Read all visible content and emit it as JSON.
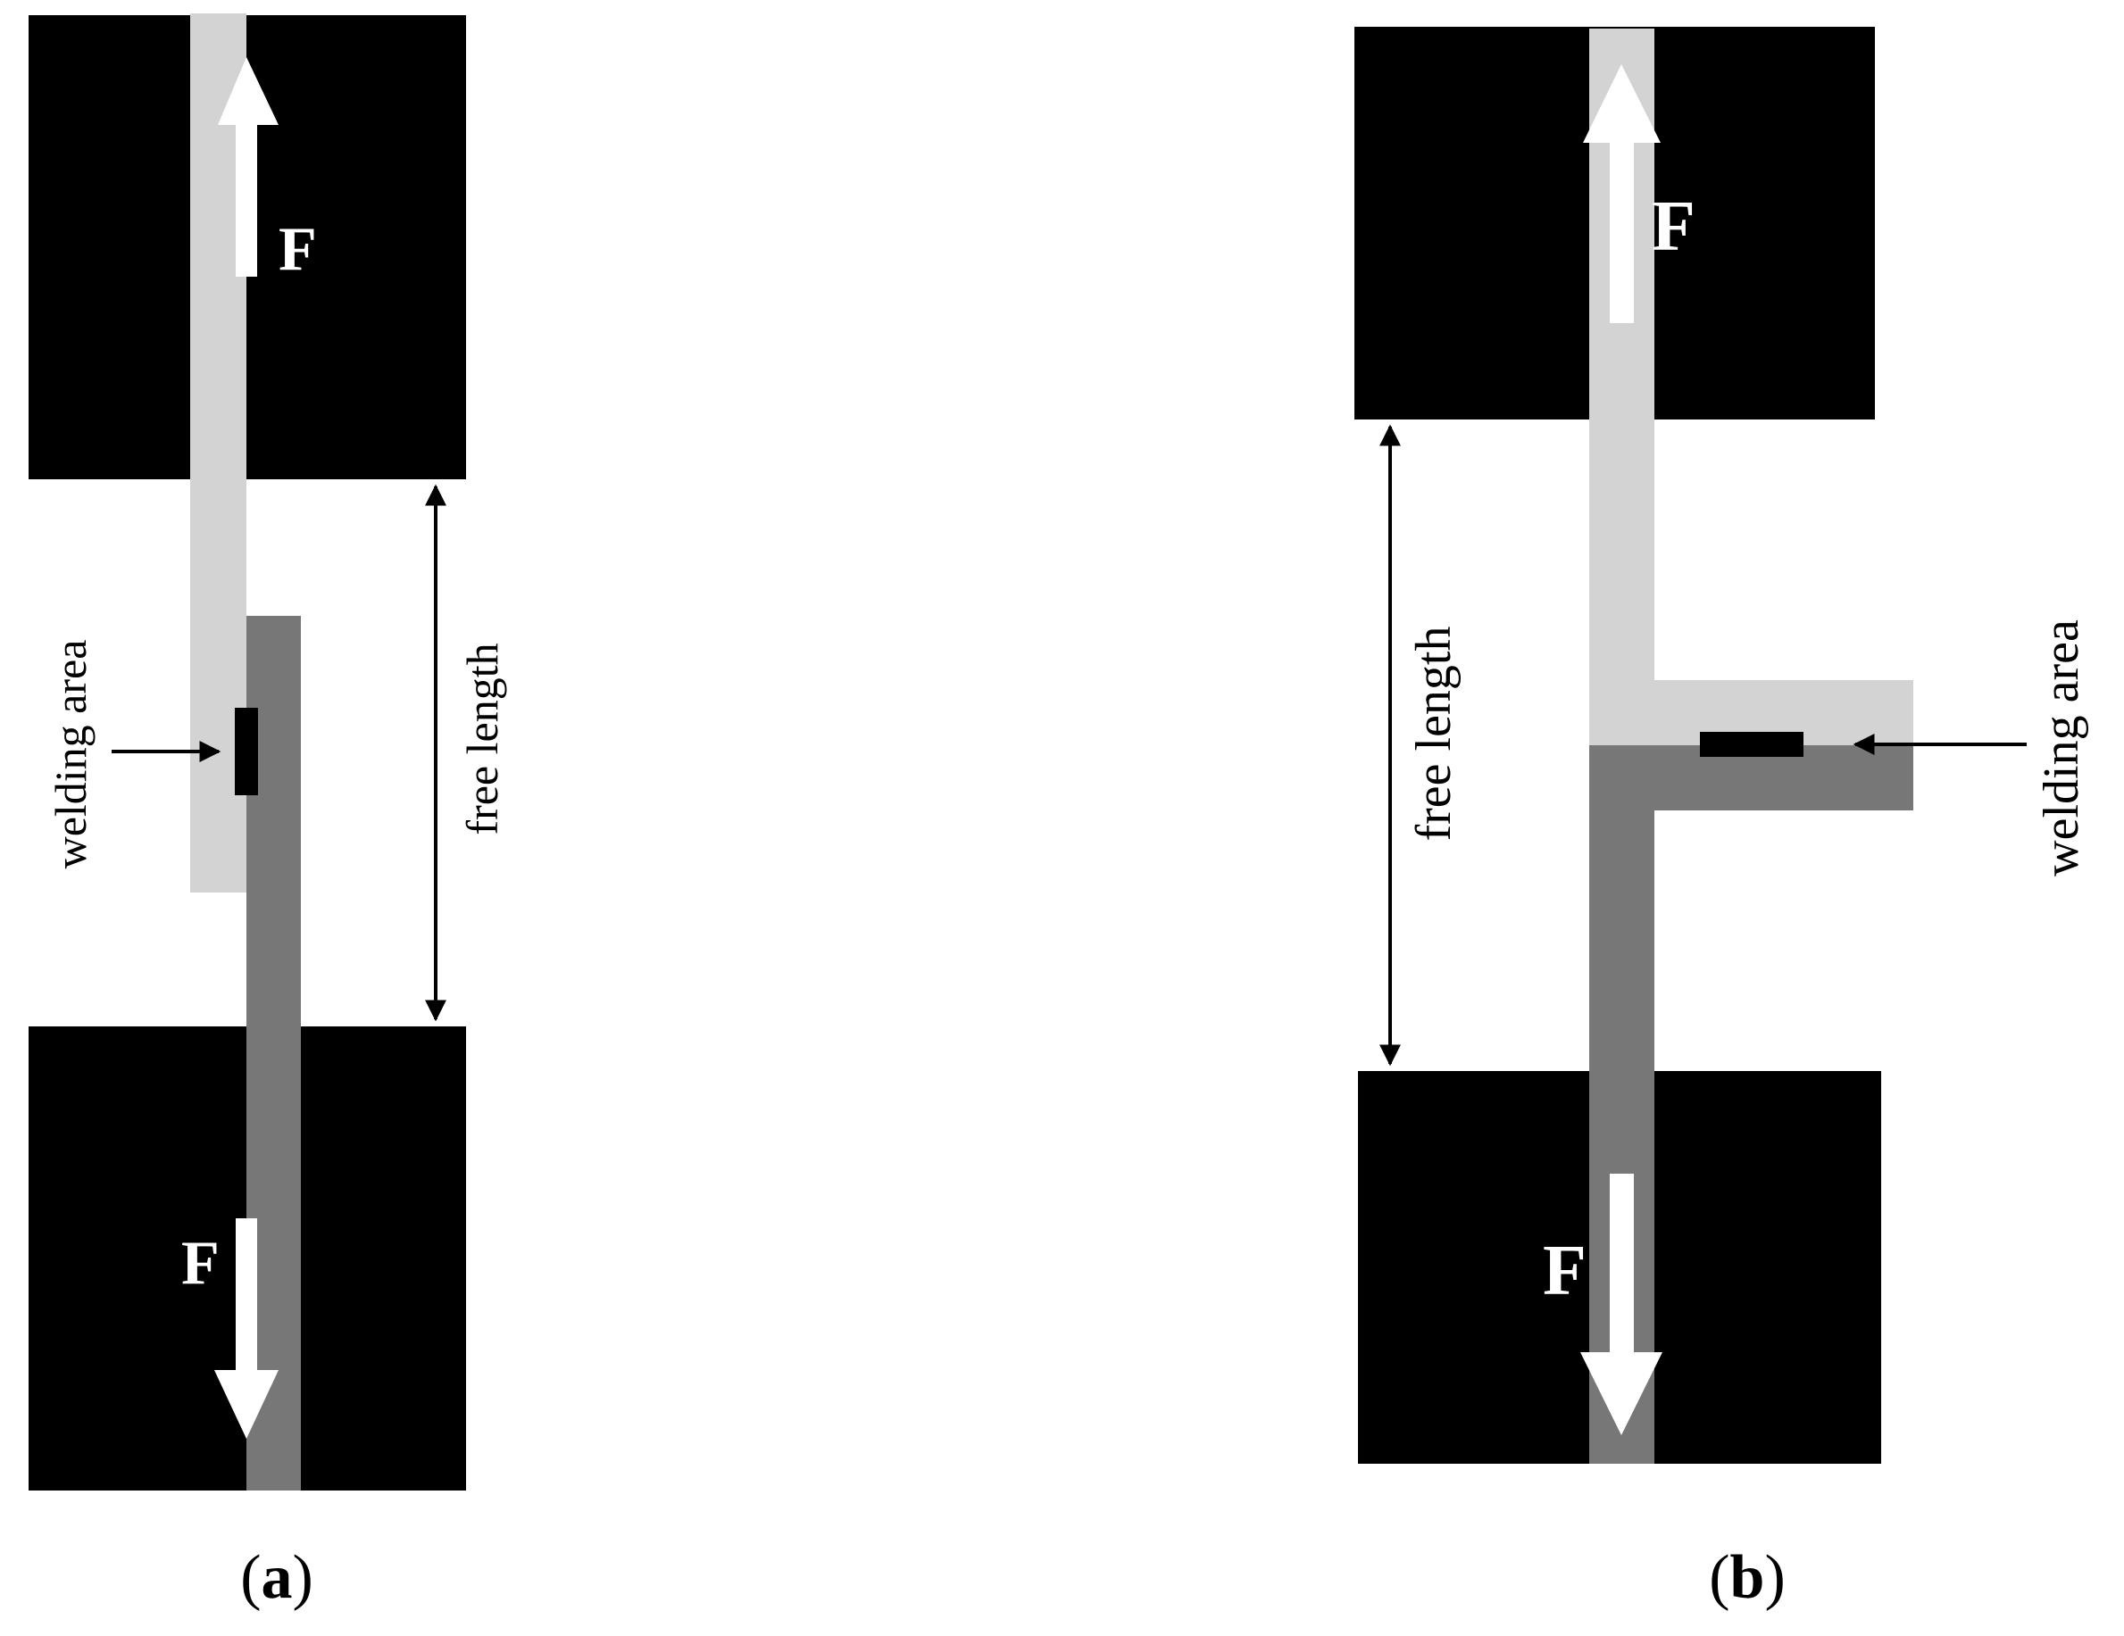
{
  "panels": [
    {
      "id": "a",
      "caption_open": "(",
      "caption_letter": "a",
      "caption_close": ")",
      "force_label_top": "F",
      "force_label_bottom": "F",
      "welding_label": "welding area",
      "free_length_label": "free length"
    },
    {
      "id": "b",
      "caption_open": "(",
      "caption_letter": "b",
      "caption_close": ")",
      "force_label_top": "F",
      "force_label_bottom": "F",
      "welding_label": "welding area",
      "free_length_label": "free length"
    }
  ],
  "colors": {
    "grip": "#000000",
    "upper_strip": "#d3d3d3",
    "lower_strip": "#777777",
    "weld": "#000000",
    "force_arrow": "#ffffff",
    "background": "#ffffff"
  }
}
